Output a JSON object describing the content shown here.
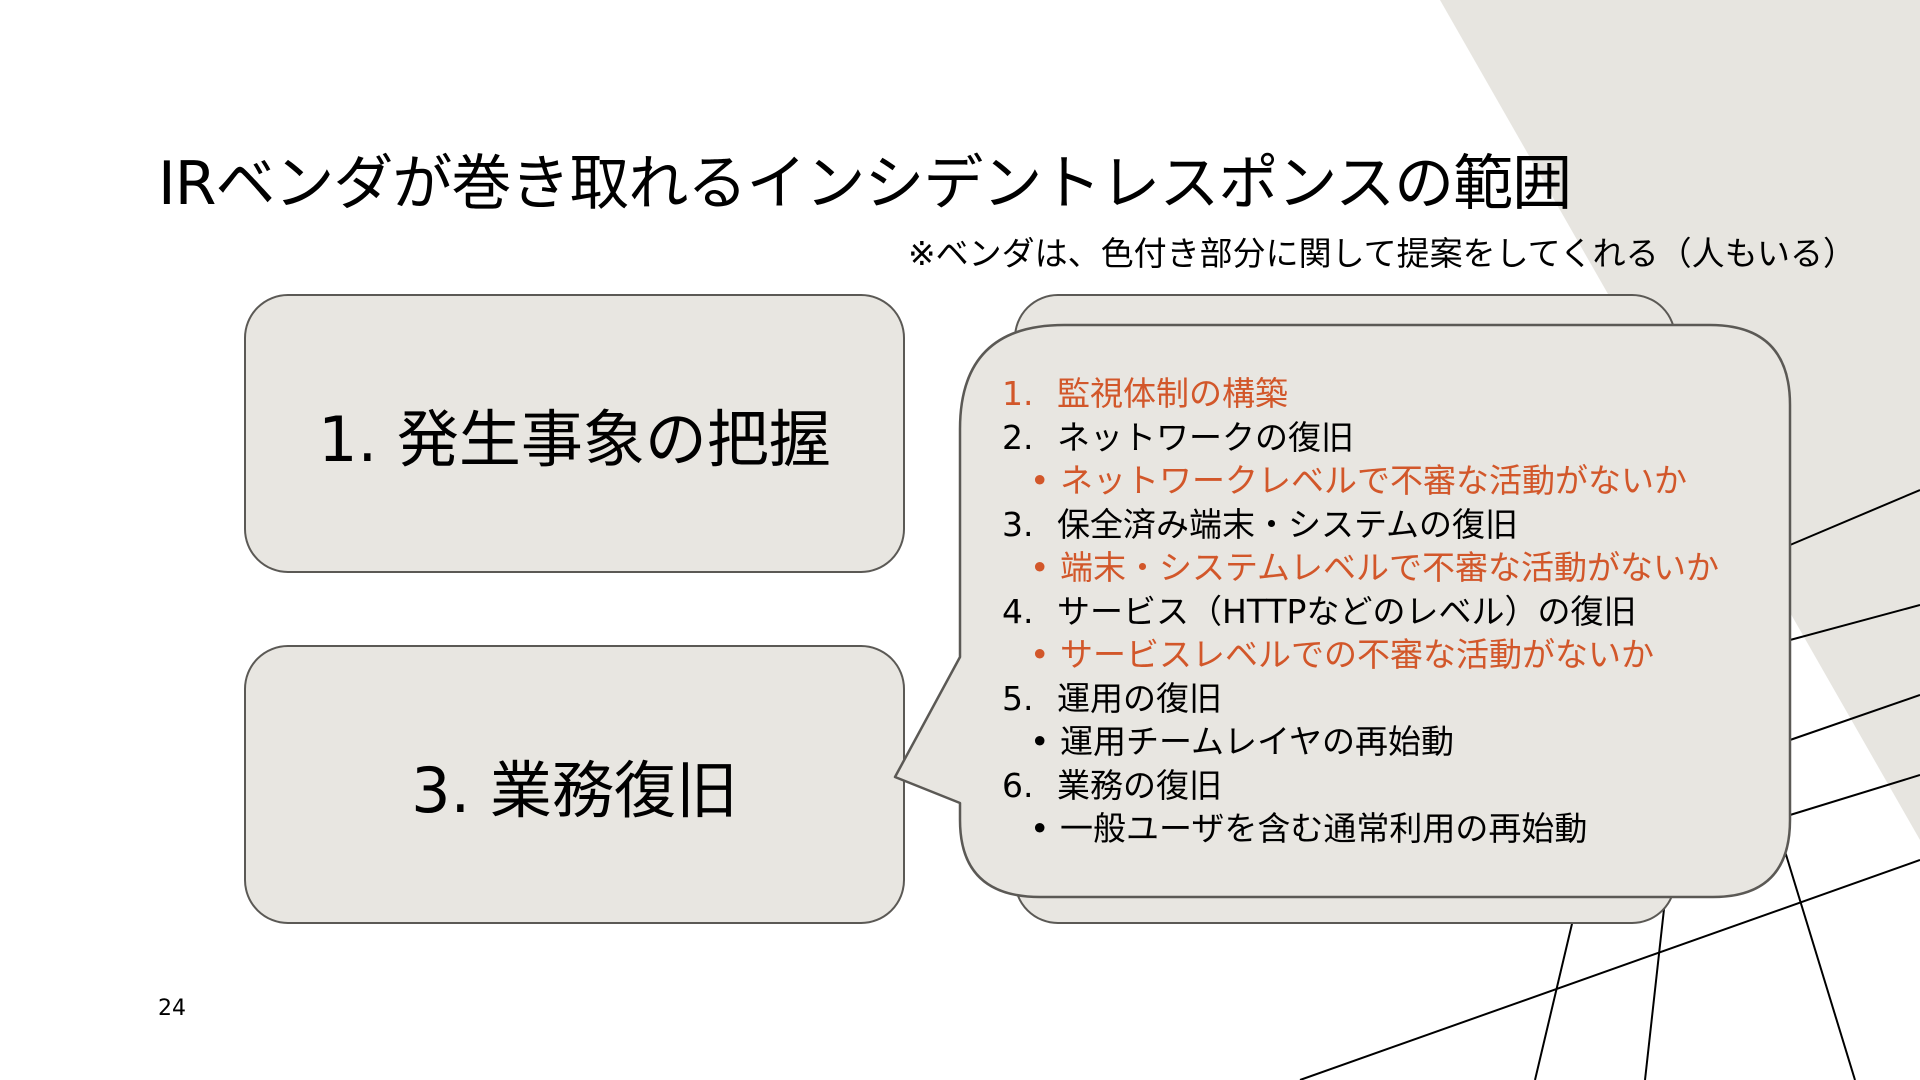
{
  "slide": {
    "title": "IRベンダが巻き取れるインシデントレスポンスの範囲",
    "note": "※ベンダは、色付き部分に関して提案をしてくれる（人もいる）",
    "box1": "1. 発生事象の把握",
    "box3": "3. 業務復旧",
    "page_number": "24"
  },
  "callout": {
    "items": [
      {
        "num": "1.",
        "text": "監視体制の構築"
      },
      {
        "num": "2.",
        "text": "ネットワークの復旧"
      },
      {
        "text": "ネットワークレベルで不審な活動がないか"
      },
      {
        "num": "3.",
        "text": "保全済み端末・システムの復旧"
      },
      {
        "text": "端末・システムレベルで不審な活動がないか"
      },
      {
        "num": "4.",
        "text": "サービス（HTTPなどのレベル）の復旧"
      },
      {
        "text": "サービスレベルでの不審な活動がないか"
      },
      {
        "num": "5.",
        "text": "運用の復旧"
      },
      {
        "text": "運用チームレイヤの再始動"
      },
      {
        "num": "6.",
        "text": "業務の復旧"
      },
      {
        "text": "一般ユーザを含む通常利用の再始動"
      }
    ],
    "bullet_symbol": "•"
  },
  "colors": {
    "accent": "#d2572a",
    "box_fill": "#e8e6e1",
    "box_border": "#5b5955",
    "background_shape": "#e7e5e0"
  }
}
